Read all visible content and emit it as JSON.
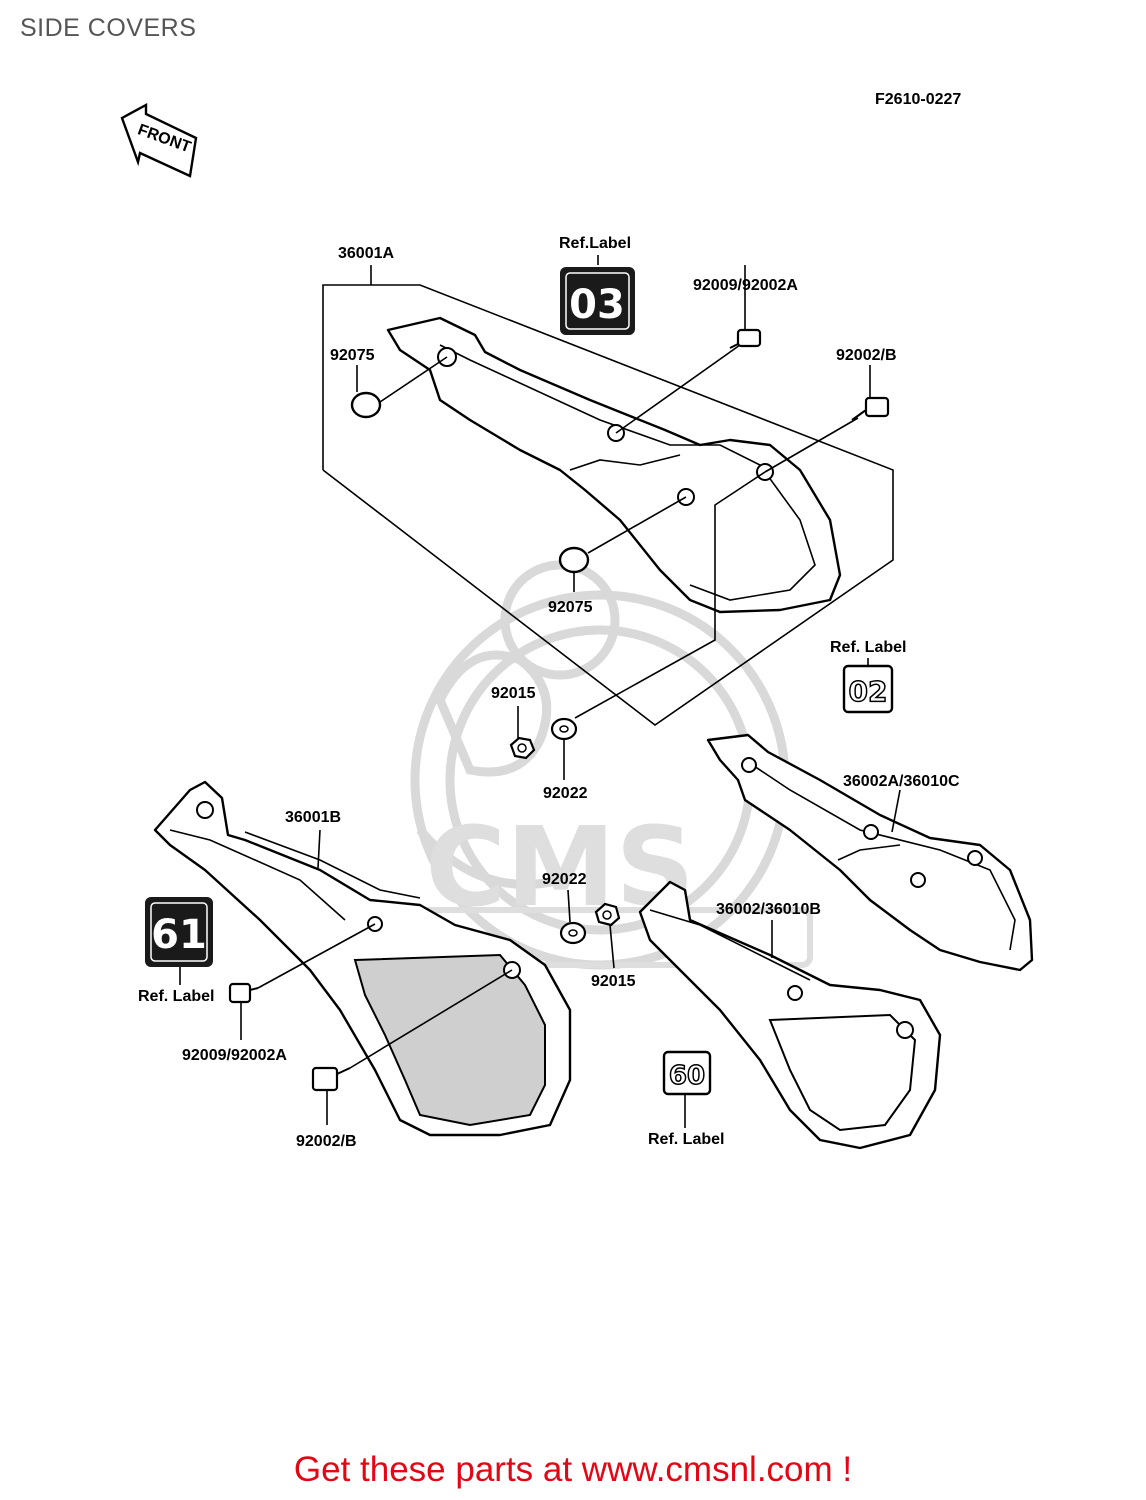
{
  "page": {
    "title": "SIDE COVERS",
    "diagram_code": "F2610-0227",
    "front_marker": "FRONT",
    "footer": "Get these parts at www.cmsnl.com !",
    "watermark": "CMS"
  },
  "callouts": {
    "c36001A": "36001A",
    "refLabelTop": "Ref.Label",
    "c92009A": "92009/92002A",
    "c92002B_top": "92002/B",
    "c92075_top": "92075",
    "c92075_mid": "92075",
    "refLabelRight": "Ref. Label",
    "c92015_top": "92015",
    "c92022_top": "92022",
    "c36002A": "36002A/36010C",
    "c36001B": "36001B",
    "c92022_mid": "92022",
    "c36002": "36002/36010B",
    "c92015_mid": "92015",
    "refLabelLeft": "Ref. Label",
    "c92009B": "92009/92002A",
    "c92002B_bot": "92002/B",
    "refLabelBottom": "Ref. Label"
  },
  "labels": {
    "badge_top": "03",
    "badge_right": "02",
    "badge_left": "61",
    "badge_bottom": "60"
  },
  "colors": {
    "footer": "#e30613",
    "title": "#555555",
    "watermark": "#d9d9d9"
  }
}
